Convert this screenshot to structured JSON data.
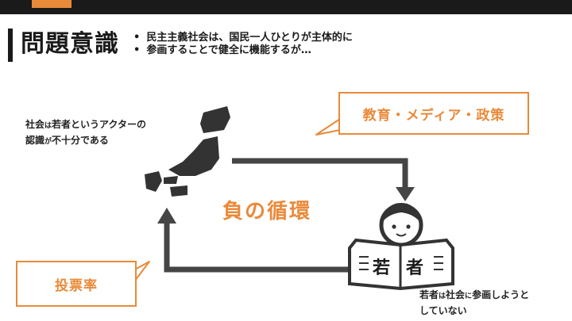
{
  "header": {
    "title": "問題意識",
    "bullets": [
      "民主主義社会は、国民一人ひとりが主体的に",
      "参画することで健全に機能するが…"
    ]
  },
  "diagram": {
    "society_label": {
      "line1_a": "社会",
      "line1_b": "は",
      "line1_c": "若者というアクターの",
      "line2_a": "認識",
      "line2_b": "が",
      "line2_c": "不十分である"
    },
    "policy_bubble": "教育・メディア・政策",
    "cycle_label": "負の循環",
    "vote_bubble": "投票率",
    "newspaper_chars": [
      "若",
      "者"
    ],
    "youth_label": {
      "line1_a": "若者",
      "line1_b": "は",
      "line1_c": "社会",
      "line1_d": "に",
      "line1_e": "参画しようと",
      "line2": "していない"
    },
    "colors": {
      "accent": "#e98a3a",
      "dark": "#1a1a1a",
      "arrow": "#454545"
    }
  }
}
